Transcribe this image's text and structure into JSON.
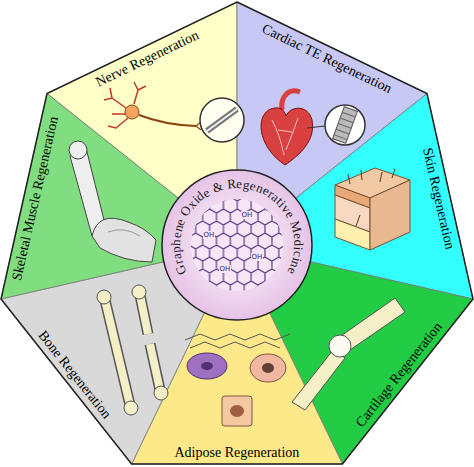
{
  "diagram": {
    "nodes": [
      {
        "text": [
          "Nerve Regeneration"
        ]
      },
      {
        "text": [
          "Cardiac TE Regeneration"
        ]
      },
      {
        "text": [
          "Skin Regeneration"
        ]
      },
      {
        "text": [
          "Cartilage Regeneration"
        ]
      },
      {
        "text": [
          "Adipose Regeneration"
        ]
      },
      {
        "text": [
          "Bone Regeneration"
        ]
      },
      {
        "text": [
          "Skeletal Muscle Regeneration"
        ]
      },
      {
        "text": [
          "Graphene Oxide & Regenerative Medicine"
        ]
      }
    ],
    "labels": [
      "OH",
      "OH",
      "OH",
      "OH"
    ]
  }
}
